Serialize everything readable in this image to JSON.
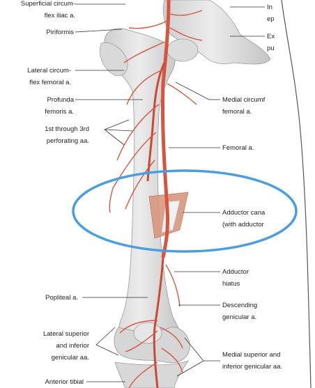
{
  "colors": {
    "bone": "#e3e3e3",
    "bone_shadow": "#bdbdbd",
    "artery": "#d6553f",
    "artery_dark": "#b43a2a",
    "leader": "#333333",
    "highlight_ellipse": "#4a9ee0",
    "body_outline": "#555555",
    "text": "#222222"
  },
  "labels_left": [
    {
      "id": "superficial-circumflex-iliac",
      "lines": [
        "Superficial circum-",
        "flex iliac a."
      ]
    },
    {
      "id": "piriformis",
      "lines": [
        "Piriformis"
      ]
    },
    {
      "id": "lateral-circumflex-femoral",
      "lines": [
        "Lateral circum-",
        "flex femoral a."
      ]
    },
    {
      "id": "profunda-femoris",
      "lines": [
        "Profunda",
        "femoris a."
      ]
    },
    {
      "id": "perforating",
      "lines": [
        "1st through 3rd",
        "perforating aa."
      ]
    },
    {
      "id": "popliteal",
      "lines": [
        "Popliteal a."
      ]
    },
    {
      "id": "lateral-genicular",
      "lines": [
        "Lateral superior",
        "and inferior",
        "genicular aa."
      ]
    },
    {
      "id": "anterior-tibial",
      "lines": [
        "Anterior tibial"
      ]
    }
  ],
  "labels_right": [
    {
      "id": "inferior-epigastric",
      "lines": [
        "In",
        "ep"
      ]
    },
    {
      "id": "external-pudendal",
      "lines": [
        "Ex",
        "pu"
      ]
    },
    {
      "id": "medial-circumflex-femoral",
      "lines": [
        "Medial circumf",
        "femoral a."
      ]
    },
    {
      "id": "femoral",
      "lines": [
        "Femoral a."
      ]
    },
    {
      "id": "adductor-canal",
      "lines": [
        "Adductor cana",
        "(with adductor"
      ]
    },
    {
      "id": "adductor-hiatus",
      "lines": [
        "Adductor",
        "hiatus"
      ]
    },
    {
      "id": "descending-genicular",
      "lines": [
        "Descending",
        "genicular a."
      ]
    },
    {
      "id": "medial-genicular",
      "lines": [
        "Medial superior and",
        "inferior genicular aa."
      ]
    }
  ]
}
